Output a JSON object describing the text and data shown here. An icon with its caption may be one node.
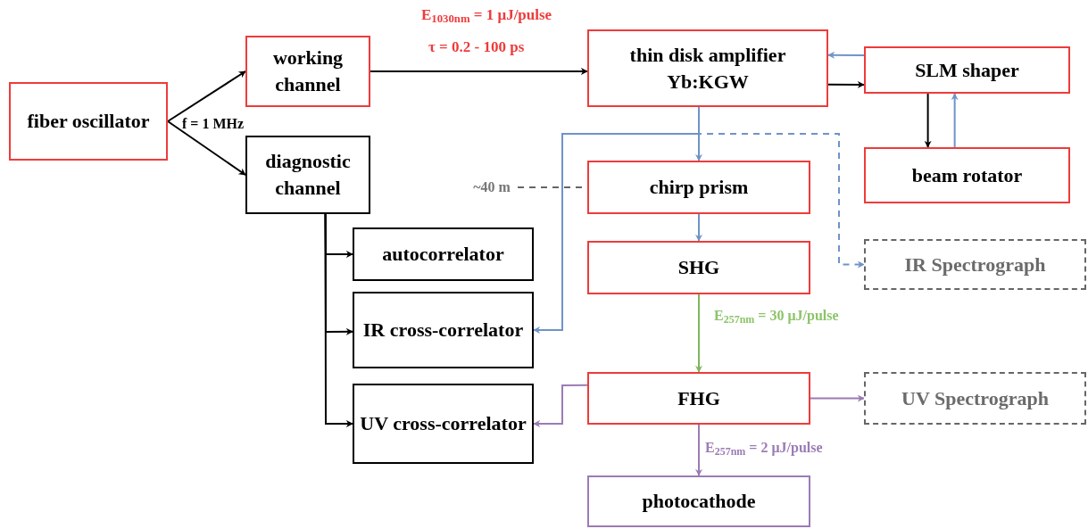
{
  "diagram": {
    "nodes": [
      {
        "text": [
          "fiber oscillator"
        ]
      },
      {
        "text": [
          "working channel"
        ]
      },
      {
        "text": [
          "diagnostic channel"
        ]
      },
      {
        "text": [
          "thin disk amplifier Yb:KGW"
        ]
      },
      {
        "text": [
          "SLM shaper"
        ]
      },
      {
        "text": [
          "beam rotator"
        ]
      },
      {
        "text": [
          "chirp prism"
        ]
      },
      {
        "text": [
          "IR Spectrograph"
        ]
      },
      {
        "text": [
          "autocorrelator"
        ]
      },
      {
        "text": [
          "SHG"
        ]
      },
      {
        "text": [
          "IR cross-correlator"
        ]
      },
      {
        "text": [
          "FHG"
        ]
      },
      {
        "text": [
          "UV Spectrograph"
        ]
      },
      {
        "text": [
          "UV cross-correlator"
        ]
      },
      {
        "text": [
          "photocathode"
        ]
      },
      {
        "text": [
          "~40 m"
        ]
      }
    ],
    "edges": [
      {
        "from": 0,
        "to": 1,
        "arrow": "to"
      },
      {
        "from": 0,
        "to": 2,
        "arrow": "to"
      },
      {
        "from": 1,
        "to": 3,
        "arrow": "to"
      },
      {
        "from": 3,
        "to": 4,
        "arrow": "to"
      },
      {
        "from": 4,
        "to": 3,
        "arrow": "to",
        "color": "#6f93c8"
      },
      {
        "from": 4,
        "to": 5,
        "arrow": "to"
      },
      {
        "from": 5,
        "to": 4,
        "arrow": "to",
        "color": "#6f93c8"
      },
      {
        "from": 3,
        "to": 6,
        "arrow": "to",
        "color": "#6f93c8"
      },
      {
        "from": 3,
        "to": 10,
        "arrow": "to",
        "color": "#6f93c8"
      },
      {
        "from": 3,
        "to": 7,
        "arrow": "to",
        "style": "dashed",
        "color": "#6f93c8"
      },
      {
        "from": 2,
        "to": 8,
        "arrow": "to"
      },
      {
        "from": 2,
        "to": 10,
        "arrow": "to"
      },
      {
        "from": 2,
        "to": 13,
        "arrow": "to"
      },
      {
        "from": 6,
        "to": 9,
        "arrow": "to",
        "color": "#6f93c8"
      },
      {
        "from": 9,
        "to": 11,
        "arrow": "to",
        "color": "#7fb55c",
        "label": "E$_{257nm}$ = 30  μJ/pulse"
      },
      {
        "from": 11,
        "to": 12,
        "arrow": "to",
        "color": "#9b7bb5"
      },
      {
        "from": 11,
        "to": 13,
        "arrow": "to",
        "color": "#9b7bb5"
      },
      {
        "from": 11,
        "to": 14,
        "arrow": "to",
        "color": "#9b7bb5",
        "label": "E$_{257nm}$ = 2  μJ/pulse"
      },
      {
        "from": 15,
        "to": 6,
        "arrow": "none",
        "style": "dashed",
        "color": "#666666"
      }
    ],
    "labels": [
      "E$_{1030nm}$ = 1  μJ/pulse",
      "τ = 0.2 - 100 ps",
      "f = 1 MHz"
    ]
  }
}
